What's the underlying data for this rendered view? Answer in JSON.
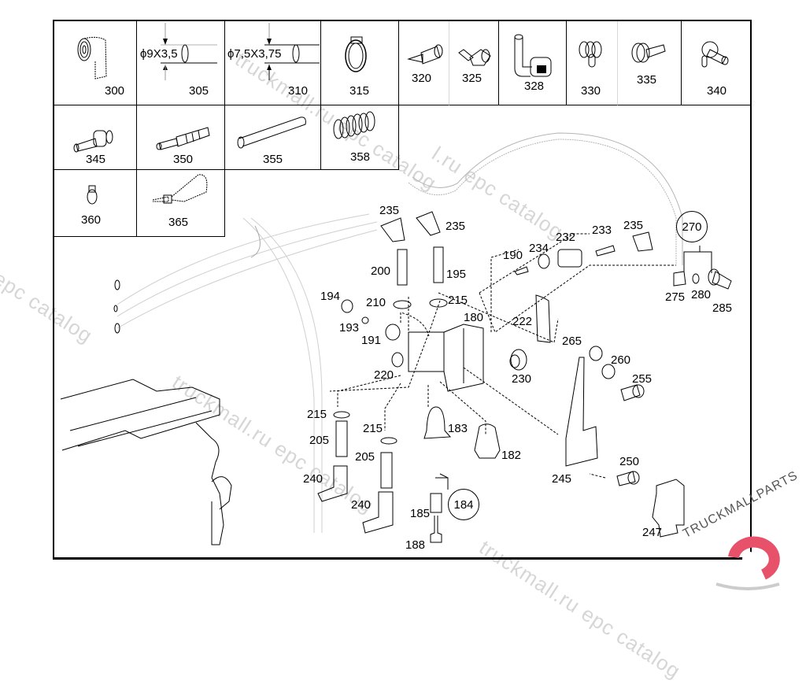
{
  "diagram": {
    "title": "",
    "kits": [
      {
        "id": "300"
      },
      {
        "id": "305",
        "dimension": "ϕ9X3,5"
      },
      {
        "id": "310",
        "dimension": "ϕ7,5X3,75"
      },
      {
        "id": "315"
      },
      {
        "id": "320"
      },
      {
        "id": "325"
      },
      {
        "id": "328"
      },
      {
        "id": "330"
      },
      {
        "id": "335"
      },
      {
        "id": "340"
      },
      {
        "id": "345"
      },
      {
        "id": "350"
      },
      {
        "id": "355"
      },
      {
        "id": "358"
      },
      {
        "id": "360"
      },
      {
        "id": "365"
      }
    ],
    "part_labels": {
      "p235a": "235",
      "p235b": "235",
      "p235c": "235",
      "p200": "200",
      "p195": "195",
      "p194": "194",
      "p210": "210",
      "p215a": "215",
      "p193": "193",
      "p191": "191",
      "p180": "180",
      "p220": "220",
      "p190": "190",
      "p234": "234",
      "p232": "232",
      "p233": "233",
      "p222": "222",
      "p230": "230",
      "p265": "265",
      "p260": "260",
      "p255": "255",
      "p275": "275",
      "p280": "280",
      "p285": "285",
      "p215b": "215",
      "p205a": "205",
      "p240a": "240",
      "p215c": "215",
      "p205b": "205",
      "p240b": "240",
      "p183": "183",
      "p182": "182",
      "p185": "185",
      "p188": "188",
      "p245": "245",
      "p250": "250",
      "p247": "247"
    },
    "assemblies": {
      "a270": "270",
      "a184": "184"
    }
  },
  "watermarks": {
    "w1": "truckmall.ru epc catalog",
    "w2": "l epc catalog",
    "w3": "truckmall.ru epc catalog",
    "w4": "truckmall.ru epc catalog",
    "w5": "l.ru epc catalog"
  },
  "logo": {
    "text": "TRUCKMALLPARTS",
    "accent_color": "#e8516a"
  },
  "colors": {
    "line": "#000000",
    "grid_light": "#d8d8d8",
    "watermark": "#d6d6d6"
  }
}
